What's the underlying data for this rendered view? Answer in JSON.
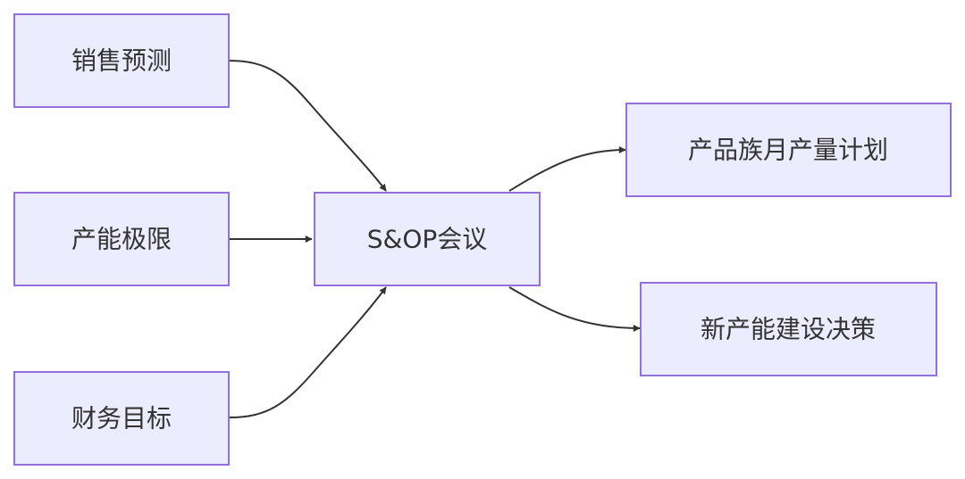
{
  "nodes": {
    "sales_forecast": "销售预测",
    "capacity_limit": "产能极限",
    "financial_target": "财务目标",
    "sop_meeting": "S&OP会议",
    "monthly_plan": "产品族月产量计划",
    "new_capacity": "新产能建设决策"
  },
  "edges": [
    {
      "from": "sales_forecast",
      "to": "sop_meeting"
    },
    {
      "from": "capacity_limit",
      "to": "sop_meeting"
    },
    {
      "from": "financial_target",
      "to": "sop_meeting"
    },
    {
      "from": "sop_meeting",
      "to": "monthly_plan"
    },
    {
      "from": "sop_meeting",
      "to": "new_capacity"
    }
  ],
  "colors": {
    "node_fill": "#ececff",
    "node_border": "#9370db",
    "edge": "#333333",
    "text": "#333333"
  }
}
